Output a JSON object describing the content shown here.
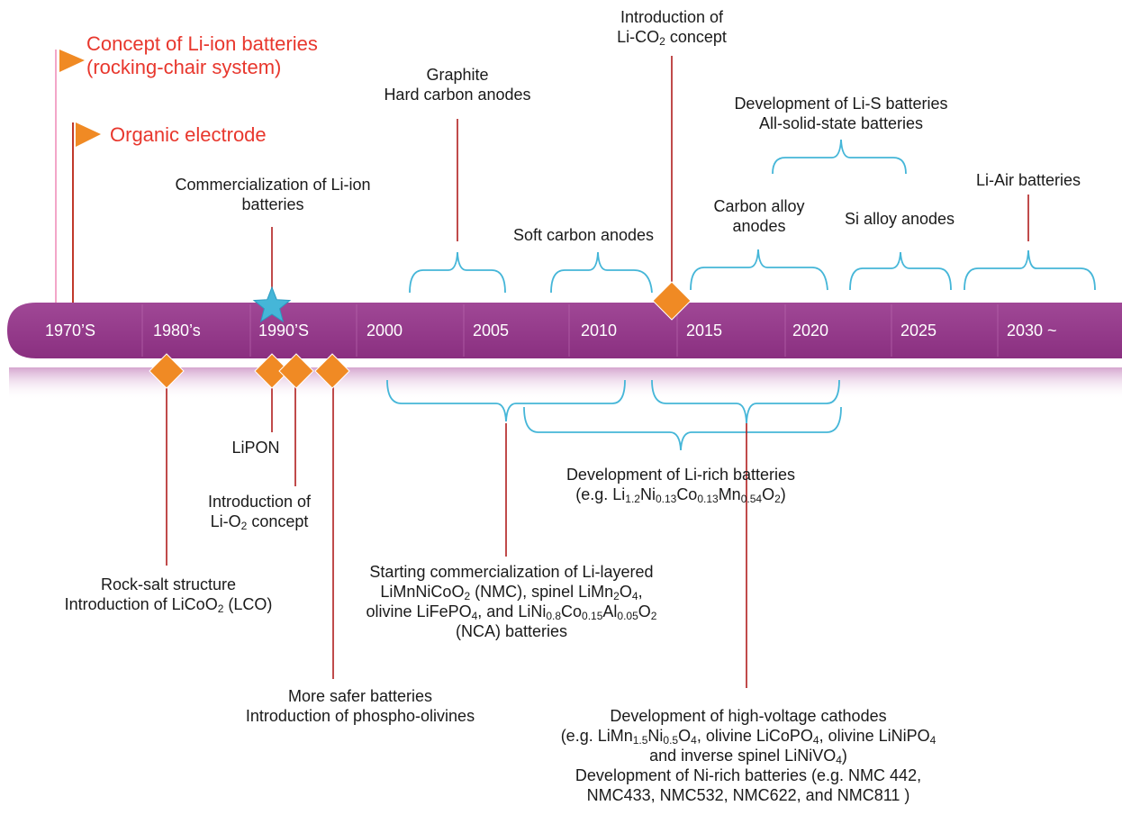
{
  "colors": {
    "band": "#9b3c8f",
    "red_text": "#e8372d",
    "leader": "#b01e1e",
    "bracket": "#45b6d8",
    "diamond": "#f08a24",
    "star": "#45b6d8",
    "flag_pole": "#f3a6c8"
  },
  "years": [
    "1970’S",
    "1980’s",
    "1990’S",
    "2000",
    "2005",
    "2010",
    "2015",
    "2020",
    "2025",
    "2030 ~"
  ],
  "flags": {
    "concept_line1": "Concept of Li-ion batteries",
    "concept_line2": "(rocking-chair system)",
    "organic": "Organic electrode"
  },
  "top_labels": {
    "commercialization": [
      "Commercialization of Li-ion",
      "batteries"
    ],
    "graphite": [
      "Graphite",
      "Hard carbon anodes"
    ],
    "soft_carbon": "Soft carbon anodes",
    "li_co2": {
      "line1": "Introduction of",
      "pre": "Li-CO",
      "sub": "2",
      "post": " concept"
    },
    "li_s": [
      "Development of Li-S batteries",
      "All-solid-state batteries"
    ],
    "carbon_alloy": [
      "Carbon alloy",
      "anodes"
    ],
    "si_alloy": "Si alloy anodes",
    "li_air": "Li-Air batteries"
  },
  "bottom_labels": {
    "lipon": "LiPON",
    "li_o2": {
      "line1": "Introduction of",
      "pre": "Li-O",
      "sub": "2",
      "post": " concept"
    },
    "rock_salt": {
      "line1": "Rock-salt structure",
      "pre": "Introduction of LiCoO",
      "sub": "2",
      "post": " (LCO)"
    },
    "safer": [
      "More safer batteries",
      "Introduction of phospho-olivines"
    ],
    "nmc": {
      "line1": "Starting commercialization of Li-layered",
      "line2": [
        {
          "t": "LiMnNiCoO"
        },
        {
          "s": "2"
        },
        {
          "t": " (NMC), spinel LiMn"
        },
        {
          "s": "2"
        },
        {
          "t": "O"
        },
        {
          "s": "4"
        },
        {
          "t": ","
        }
      ],
      "line3": [
        {
          "t": "olivine LiFePO"
        },
        {
          "s": "4"
        },
        {
          "t": ", and LiNi"
        },
        {
          "s": "0.8"
        },
        {
          "t": "Co"
        },
        {
          "s": "0.15"
        },
        {
          "t": "Al"
        },
        {
          "s": "0.05"
        },
        {
          "t": "O"
        },
        {
          "s": "2"
        }
      ],
      "line4": "(NCA) batteries"
    },
    "li_rich": {
      "line1": "Development of Li-rich batteries",
      "line2": [
        {
          "t": "(e.g. Li"
        },
        {
          "s": "1.2"
        },
        {
          "t": "Ni"
        },
        {
          "s": "0.13"
        },
        {
          "t": "Co"
        },
        {
          "s": "0.13"
        },
        {
          "t": "Mn"
        },
        {
          "s": "0.54"
        },
        {
          "t": "O"
        },
        {
          "s": "2"
        },
        {
          "t": ")"
        }
      ]
    },
    "high_voltage": {
      "line1": "Development of high-voltage cathodes",
      "line2": [
        {
          "t": "(e.g. LiMn"
        },
        {
          "s": "1.5"
        },
        {
          "t": "Ni"
        },
        {
          "s": "0.5"
        },
        {
          "t": "O"
        },
        {
          "s": "4"
        },
        {
          "t": ", olivine LiCoPO"
        },
        {
          "s": "4"
        },
        {
          "t": ", olivine LiNiPO"
        },
        {
          "s": "4"
        }
      ],
      "line3": [
        {
          "t": "and inverse spinel LiNiVO"
        },
        {
          "s": "4"
        },
        {
          "t": ")"
        }
      ],
      "line4": "Development of  Ni-rich batteries (e.g. NMC 442,",
      "line5": "NMC433, NMC532, NMC622, and NMC811 )"
    }
  }
}
